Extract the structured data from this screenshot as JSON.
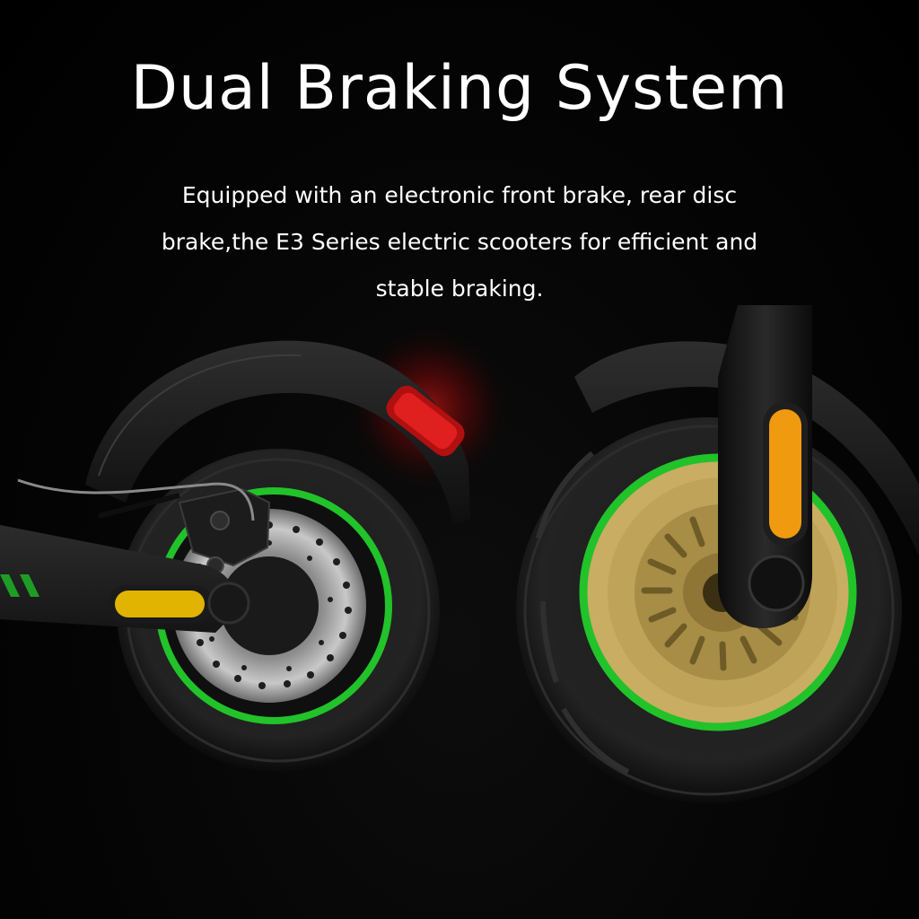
{
  "headline": {
    "title": "Dual Braking System",
    "description_lines": [
      "Equipped with an electronic front brake, rear disc",
      "brake,the E3 Series electric scooters for efficient and",
      "stable braking."
    ]
  },
  "colors": {
    "background": "#000000",
    "text": "#ffffff",
    "rim_accent": "#22c22a",
    "rear_reflector": "#e0201e",
    "side_reflector": "#e0b400",
    "front_reflector": "#f09a10",
    "hub": "#c9ad62"
  },
  "scene": {
    "rear_wheel": {
      "icon": "rear-wheel-disc-brake"
    },
    "front_wheel": {
      "icon": "front-wheel-electronic-brake"
    }
  }
}
